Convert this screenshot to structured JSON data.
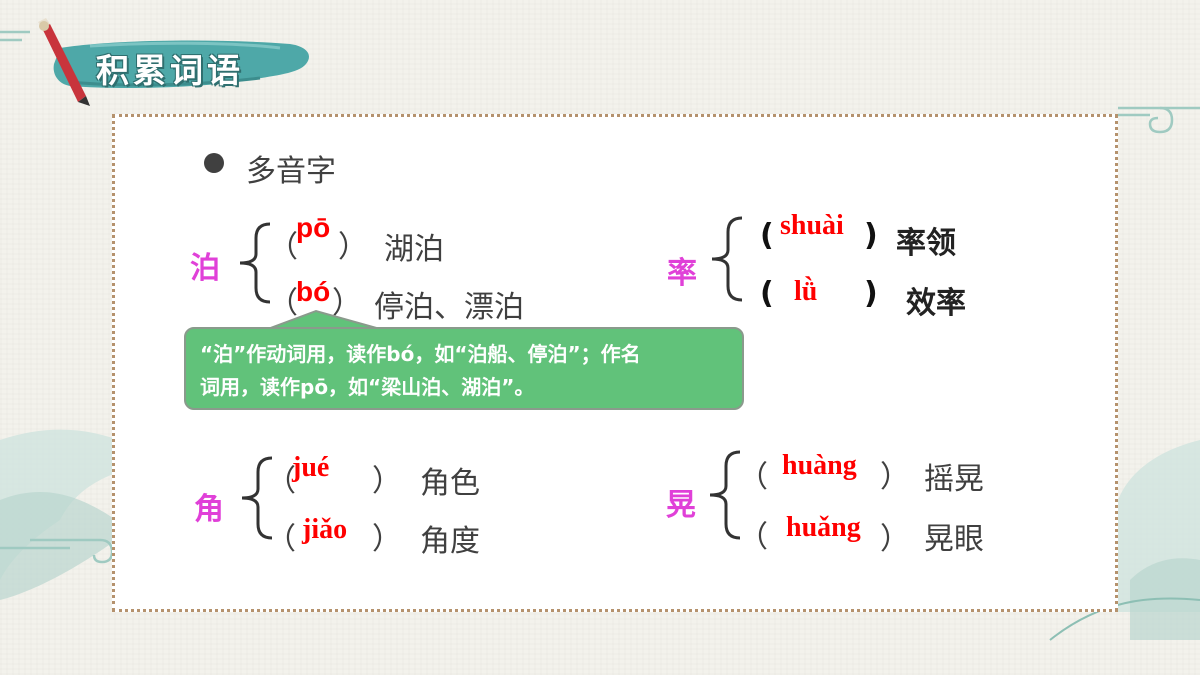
{
  "header": {
    "title": "积累词语"
  },
  "bullet": {
    "text": "多音字"
  },
  "groups": [
    {
      "char": "泊",
      "readings": [
        {
          "open": "（",
          "pinyin": "pō",
          "close": "）",
          "words": "湖泊"
        },
        {
          "open": "（",
          "pinyin": "bó",
          "close": "）",
          "words": "停泊、漂泊"
        }
      ]
    },
    {
      "char": "率",
      "readings": [
        {
          "open": "(",
          "pinyin": "shuài",
          "close": ")",
          "words": "率领"
        },
        {
          "open": "(",
          "pinyin": "lǜ",
          "close": ")",
          "words": "效率"
        }
      ]
    },
    {
      "char": "角",
      "readings": [
        {
          "open": "（",
          "pinyin": "jué",
          "close": "）",
          "words": "角色"
        },
        {
          "open": "（",
          "pinyin": "jiǎo",
          "close": "）",
          "words": "角度"
        }
      ]
    },
    {
      "char": "晃",
      "readings": [
        {
          "open": "（",
          "pinyin": "huàng",
          "close": "）",
          "words": "摇晃"
        },
        {
          "open": "（",
          "pinyin": "huǎng",
          "close": "）",
          "words": "晃眼"
        }
      ]
    }
  ],
  "callout": {
    "line1": "“泊”作动词用，读作bó，如“泊船、停泊”；作名",
    "line2": "词用，读作pō，如“梁山泊、湖泊”。"
  },
  "colors": {
    "char": "#e040d8",
    "pinyin": "#ff0000",
    "callout_bg": "#61c27a",
    "border": "#b5926d"
  }
}
